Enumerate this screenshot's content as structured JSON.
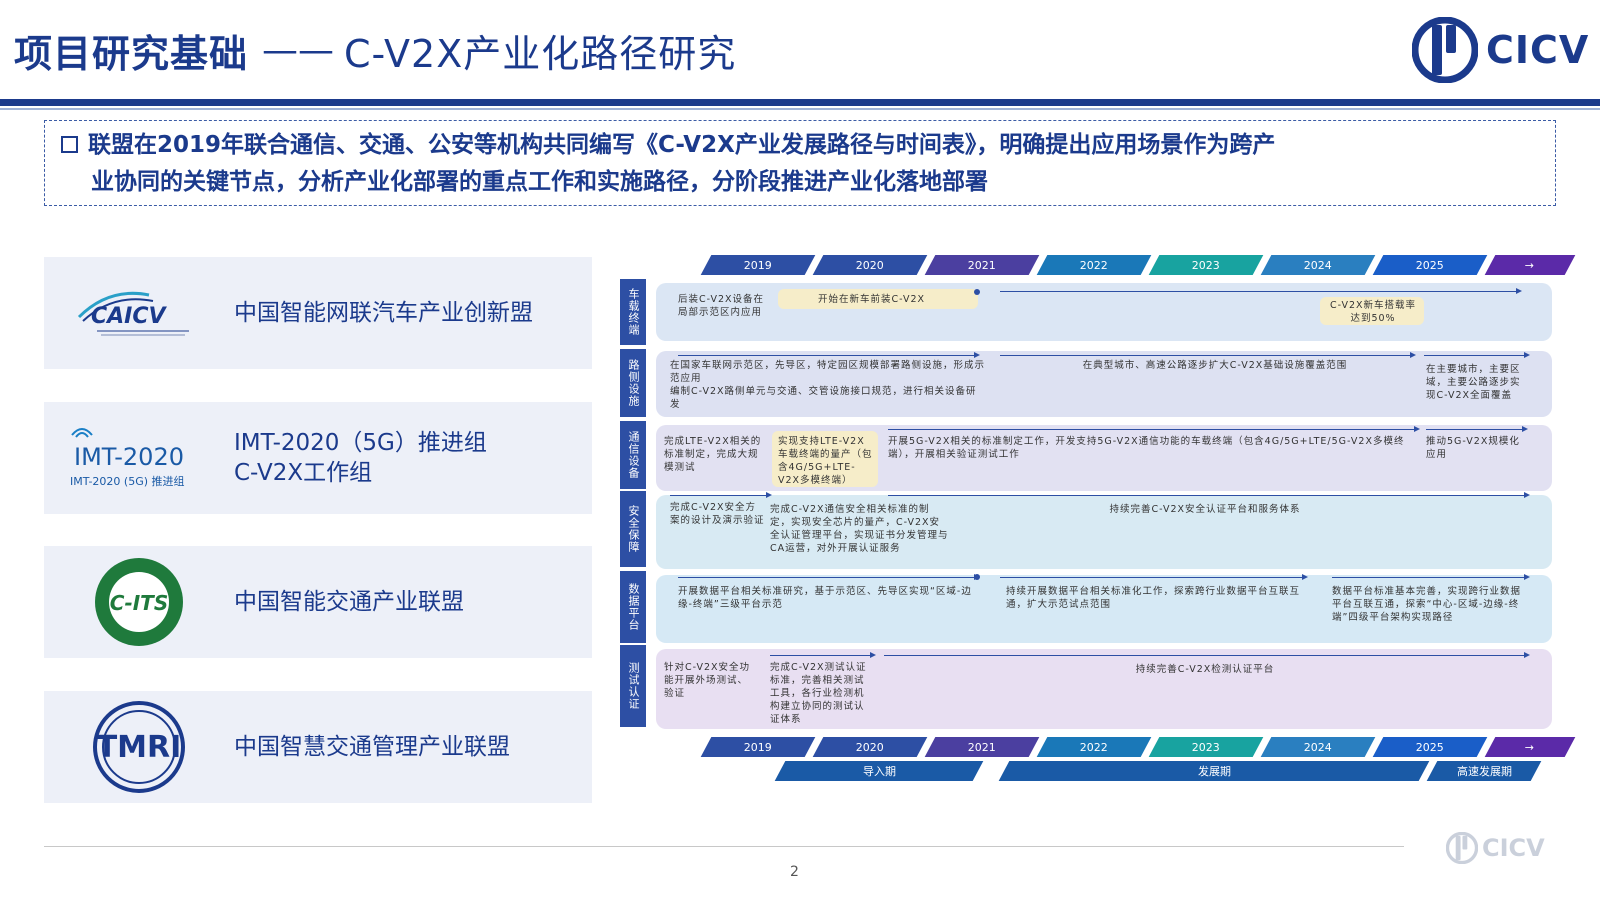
{
  "header": {
    "title_main": "项目研究基础",
    "title_sep": "——",
    "title_sub": "C-V2X产业化路径研究",
    "logo_text": "CICV"
  },
  "intro": {
    "line1": "联盟在2019年联合通信、交通、公安等机构共同编写《C-V2X产业发展路径与时间表》，明确提出应用场景作为跨产",
    "line2": "业协同的关键节点，分析产业化部署的重点工作和实施路径，分阶段推进产业化落地部署"
  },
  "orgs": [
    {
      "name": "中国智能网联汽车产业创新盟",
      "logo_label": "CAICV"
    },
    {
      "name_line1": "IMT-2020（5G）推进组",
      "name_line2": "C-V2X工作组",
      "logo_label": "IMT-2020",
      "logo_caption": "IMT-2020 (5G) 推进组"
    },
    {
      "name": "中国智能交通产业联盟",
      "logo_label": "C-ITS"
    },
    {
      "name": "中国智慧交通管理产业联盟",
      "logo_label": "TMRI"
    }
  ],
  "timeline": {
    "years": [
      "2019",
      "2020",
      "2021",
      "2022",
      "2023",
      "2024",
      "2025",
      "→"
    ],
    "year_colors": [
      "#2d4fa4",
      "#2d4fa4",
      "#4b3fa0",
      "#1a78b8",
      "#18a3a0",
      "#2a7fc0",
      "#1a5ec8",
      "#5b2aa8"
    ],
    "rows": [
      {
        "category": "车载终端",
        "band_color": "#dbe6f4",
        "texts": [
          "后装C-V2X设备在局部示范区内应用",
          "开始在新车前装C-V2X",
          "C-V2X新车搭载率达到50%"
        ]
      },
      {
        "category": "路侧设施",
        "band_color": "#dde1f2",
        "texts": [
          "在国家车联网示范区，先导区，特定园区规模部署路侧设施，形成示范应用",
          "编制C-V2X路侧单元与交通、交管设施接口规范，进行相关设备研发",
          "在典型城市、高速公路逐步扩大C-V2X基础设施覆盖范围",
          "在主要城市，主要区域，主要公路逐步实现C-V2X全面覆盖"
        ]
      },
      {
        "category": "通信设备",
        "band_color": "#e2e1f2",
        "texts": [
          "完成LTE-V2X相关的标准制定，完成大规模测试",
          "实现支持LTE-V2X车载终端的量产（包含4G/5G+LTE-V2X多模终端）",
          "开展5G-V2X相关的标准制定工作，开发支持5G-V2X通信功能的车载终端（包含4G/5G+LTE/5G-V2X多模终端），开展相关验证测试工作",
          "推动5G-V2X规模化应用"
        ]
      },
      {
        "category": "安全保障",
        "band_color": "#d8eaf3",
        "texts": [
          "完成C-V2X安全方案的设计及演示验证",
          "完成C-V2X通信安全相关标准的制定，实现安全芯片的量产，C-V2X安全认证管理平台，实现证书分发管理与CA运营，对外开展认证服务",
          "持续完善C-V2X安全认证平台和服务体系"
        ]
      },
      {
        "category": "数据平台",
        "band_color": "#d6e9f5",
        "texts": [
          "开展数据平台相关标准研究，基于示范区、先导区实现“区域-边缘-终端”三级平台示范",
          "持续开展数据平台相关标准化工作，探索跨行业数据平台互联互通，扩大示范试点范围",
          "数据平台标准基本完善，实现跨行业数据平台互联互通，探索“中心-区域-边缘-终端”四级平台架构实现路径"
        ]
      },
      {
        "category": "测试认证",
        "band_color": "#e8dff2",
        "texts": [
          "针对C-V2X安全功能开展外场测试、验证",
          "完成C-V2X测试认证标准，完善相关测试工具，各行业检测机构建立协同的测试认证体系",
          "持续完善C-V2X检测认证平台"
        ]
      }
    ],
    "phases": [
      "导入期",
      "发展期",
      "高速发展期"
    ],
    "phase_color": "#1a5aa6"
  },
  "footer": {
    "page_number": "2",
    "logo_text": "CICV"
  }
}
